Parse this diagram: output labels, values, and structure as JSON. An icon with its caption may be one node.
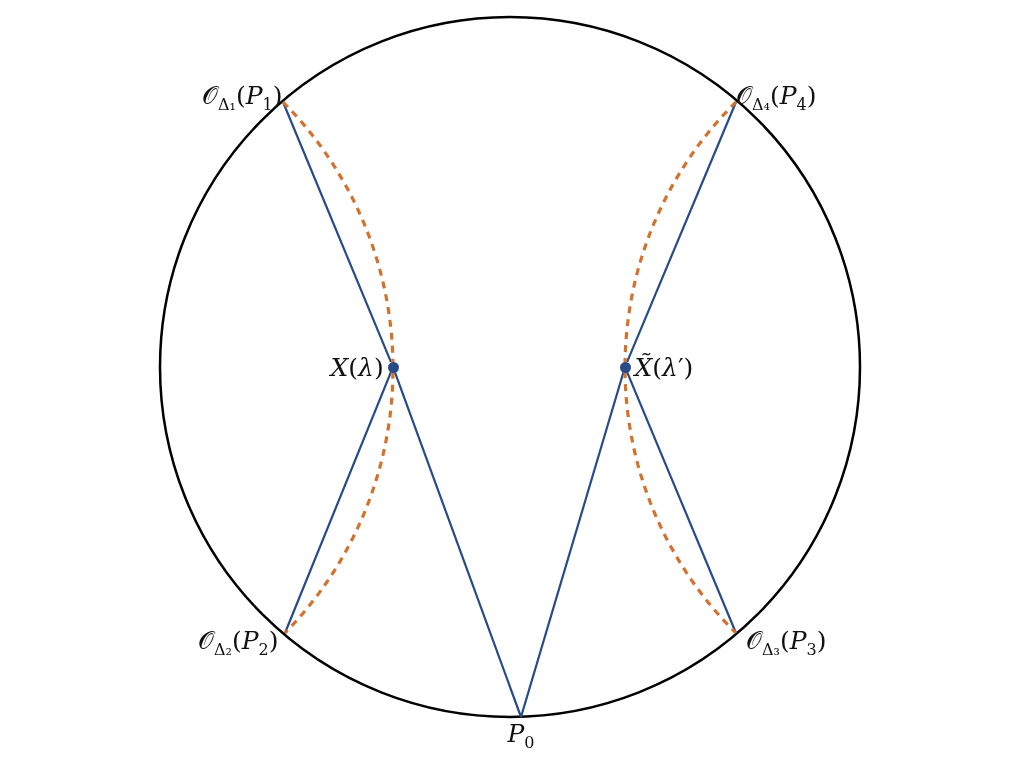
{
  "diagram": {
    "nodes": [
      {
        "text": [
          "𝒪$_{Δ₁}$(*P*$_{1}$)"
        ]
      },
      {
        "text": [
          "𝒪$_{Δ₄}$(*P*$_{4}$)"
        ]
      },
      {
        "text": [
          "*X*(*λ*)"
        ]
      },
      {
        "text": [
          "*X̃*(*λ*′)"
        ]
      },
      {
        "text": [
          "𝒪$_{Δ₂}$(*P*$_{2}$)"
        ]
      },
      {
        "text": [
          "𝒪$_{Δ₃}$(*P*$_{3}$)"
        ]
      },
      {
        "text": [
          "*P*$_{0}$"
        ]
      }
    ],
    "edges": [
      {
        "from": 0,
        "to": 2,
        "arrow": "none"
      },
      {
        "from": 2,
        "to": 6,
        "arrow": "none"
      },
      {
        "from": 2,
        "to": 4,
        "arrow": "none"
      },
      {
        "from": 1,
        "to": 3,
        "arrow": "none"
      },
      {
        "from": 3,
        "to": 6,
        "arrow": "none"
      },
      {
        "from": 3,
        "to": 5,
        "arrow": "none"
      },
      {
        "from": 0,
        "to": 4,
        "arrow": "none",
        "style": "dashed",
        "color": "#d2722f"
      },
      {
        "from": 1,
        "to": 5,
        "arrow": "none",
        "style": "dashed",
        "color": "#d2722f"
      }
    ]
  }
}
